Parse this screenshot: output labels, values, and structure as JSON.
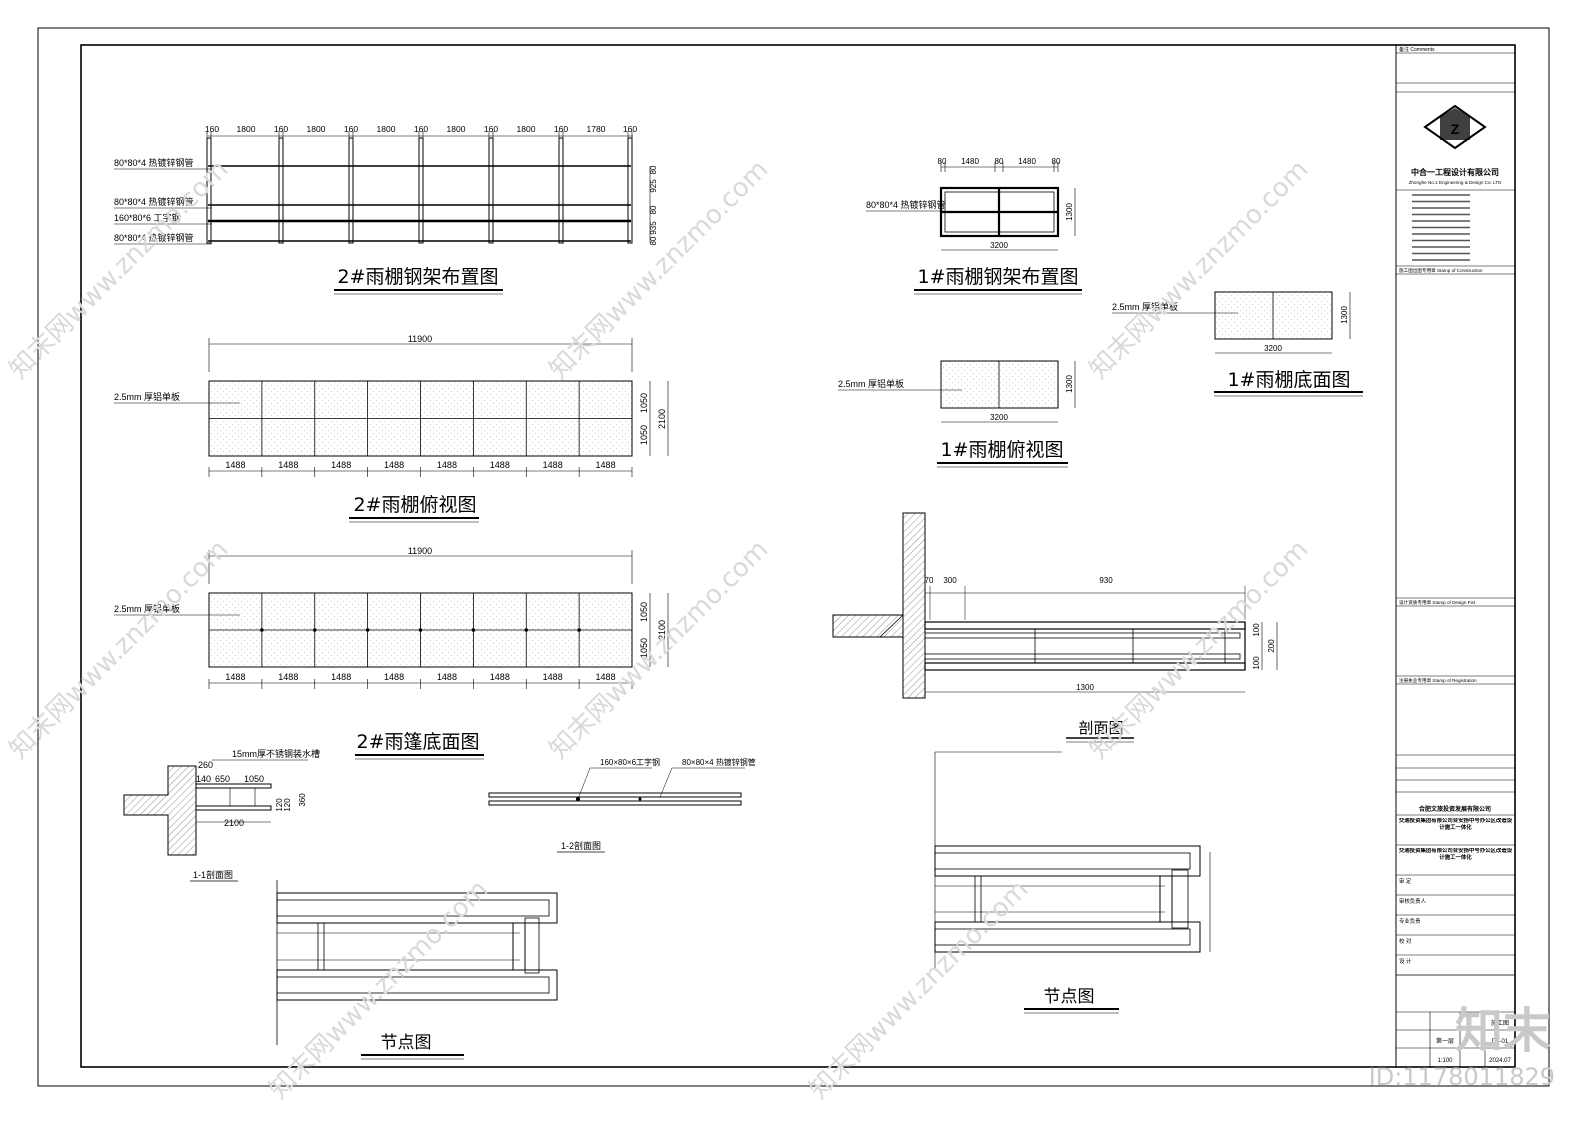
{
  "drawings": {
    "d2_steel": {
      "title": "2#雨棚钢架布置图",
      "dims_top": [
        "160",
        "1800",
        "160",
        "1800",
        "160",
        "1800",
        "160",
        "1800",
        "160",
        "1800",
        "160",
        "1780",
        "160"
      ],
      "dims_right": [
        "80",
        "925",
        "80",
        "935",
        "80"
      ],
      "labels": [
        "80*80*4 热镀锌钢管",
        "80*80*4 热镀锌钢管",
        "160*80*6 工字钢",
        "80*80*4 热镀锌钢管"
      ]
    },
    "d2_top": {
      "title": "2#雨棚俯视图",
      "total_w": "11900",
      "panel_w": "1488",
      "h1": "1050",
      "h2": "1050",
      "h_total": "2100",
      "label": "2.5mm 厚铝单板"
    },
    "d2_bottom": {
      "title": "2#雨篷底面图",
      "total_w": "11900",
      "panel_w": "1488",
      "h1": "1050",
      "h2": "1050",
      "h_total": "2100",
      "label": "2.5mm 厚铝单板"
    },
    "d1_steel": {
      "title": "1#雨棚钢架布置图",
      "dims_top": [
        "80",
        "1480",
        "80",
        "1480",
        "80"
      ],
      "total_w": "3200",
      "h": "1300",
      "label": "80*80*4 热镀锌钢管"
    },
    "d1_top": {
      "title": "1#雨棚俯视图",
      "total_w": "3200",
      "h": "1300",
      "label": "2.5mm 厚铝单板"
    },
    "d1_bottom": {
      "title": "1#雨棚底面图",
      "total_w": "3200",
      "h": "1300",
      "label": "2.5mm 厚铝单板"
    },
    "section": {
      "title": "剖面图",
      "dims": [
        "70",
        "300",
        "930",
        "100",
        "200",
        "100",
        "1300"
      ]
    },
    "sec11": {
      "title": "1-1剖面图",
      "label": "15mm厚不锈钢装水槽",
      "dims": [
        "260",
        "140",
        "650",
        "1050",
        "2100",
        "120",
        "120",
        "360"
      ]
    },
    "sec12": {
      "title": "1-2剖面图",
      "label_a": "160×80×6工字钢",
      "label_b": "80×80×4 热镀锌钢管"
    },
    "node_left": {
      "title": "节点图"
    },
    "node_right": {
      "title": "节点图"
    }
  },
  "titleblock": {
    "notes_head": "备注 Comments",
    "company_cn": "中合一工程设计有限公司",
    "company_en": "Zhonghe No.1 Engineering & Design Co. LTD",
    "stamp_construction": "施工图出图专用章 Stamp of Construction",
    "stamp_design": "设计资质专用章 Stamp of Design Fist",
    "stamp_registration": "注册执业专用章 Stamp of Registration",
    "client_cn": "合肥文旅投资发展有限公司",
    "entry_cn": "交通投资集团有限公司合安扬中号办公区改造设计施工一体化",
    "project_cn": "交通投资集团有限公司合安扬中号办公区改造设计施工一体化",
    "rows": [
      "审 定",
      "审核负责人",
      "专业负责",
      "校 对",
      "设 计"
    ],
    "sheet_no": "DT-01",
    "scale": "1:100",
    "date": "2024.07",
    "phase": "施工图",
    "floor": "第一层"
  },
  "watermark": {
    "text": "知末网www.znzmo.com",
    "brand": "知末",
    "id": "ID:1178011829"
  }
}
